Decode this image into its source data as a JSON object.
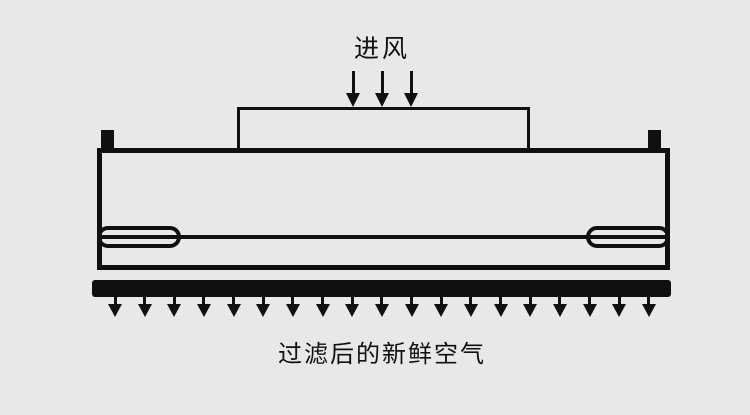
{
  "colors": {
    "background": "#e9e8e7",
    "ink": "#101010"
  },
  "intake": {
    "label": "进风",
    "arrow_count": 3
  },
  "outflow": {
    "label": "过滤后的新鲜空气",
    "arrow_count": 19
  }
}
